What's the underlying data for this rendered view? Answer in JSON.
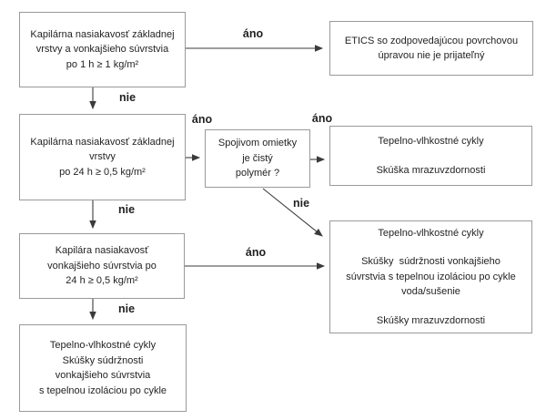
{
  "diagram": {
    "language": "Slovak",
    "nodes": {
      "check_1h": {
        "lines": [
          "Kapilárna nasiakavosť základnej",
          "vrstvy a vonkajšieho súvrstvia",
          "po 1 h ≥ 1 kg/m²"
        ]
      },
      "etics_rejected": {
        "lines": [
          "ETICS so zodpovedajúcou povrchovou",
          "úpravou nie je prijateľný"
        ]
      },
      "check_24h_base": {
        "lines": [
          "Kapilárna nasiakavosť základnej",
          "vrstvy",
          "po 24 h ≥ 0,5 kg/m²"
        ]
      },
      "polymer_question": {
        "lines": [
          "Spojivom omietky",
          "je čistý",
          "polymér ?"
        ]
      },
      "hygrothermal_frost": {
        "lines": [
          "Tepelno-vlhkostné cykly",
          "Skúška mrazuvzdornosti"
        ]
      },
      "check_24h_outer": {
        "lines": [
          "Kapilára nasiakavosť",
          "vonkajšieho súvrstvia po",
          "24 h ≥ 0,5 kg/m²"
        ]
      },
      "hygrothermal_adhesion_frost": {
        "lines": [
          "Tepelno-vlhkostné cykly",
          "Skúšky  súdržnosti vonkajšieho",
          "súvrstvia s tepelnou izoláciou po cykle",
          "voda/sušenie",
          "Skúšky mrazuvzdornosti"
        ]
      },
      "hygrothermal_adhesion": {
        "lines": [
          "Tepelno-vlhkostné cykly",
          "Skúšky súdržnosti",
          "vonkajšieho súvrstvia",
          "s tepelnou izoláciou po cykle"
        ]
      }
    },
    "edge_labels": {
      "yes_top": "áno",
      "no_top": "nie",
      "yes_base": "áno",
      "yes_polymer": "áno",
      "no_polymer": "nie",
      "no_base": "nie",
      "yes_outer": "áno",
      "no_outer": "nie"
    },
    "colors": {
      "box_border": "#9a9a9a",
      "arrow": "#3b3b3b",
      "text": "#231f20",
      "background": "#ffffff"
    }
  }
}
